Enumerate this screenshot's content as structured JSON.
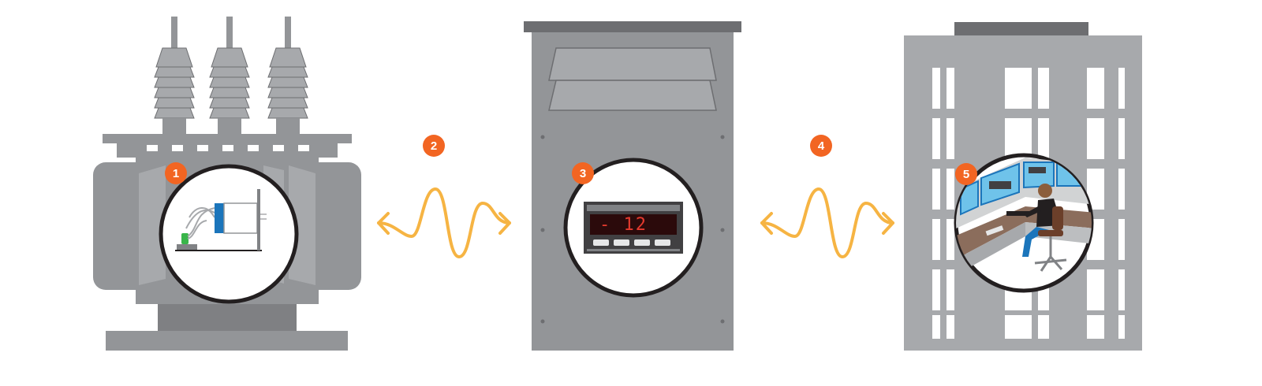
{
  "steps": [
    {
      "number": "1",
      "subject": "sensor-in-transformer"
    },
    {
      "number": "2",
      "subject": "wireless-link"
    },
    {
      "number": "3",
      "subject": "display-panel"
    },
    {
      "number": "4",
      "subject": "wireless-link"
    },
    {
      "number": "5",
      "subject": "control-room-operator"
    }
  ],
  "display": {
    "readout": "- 12"
  },
  "colors": {
    "gray_dark": "#7f8083",
    "gray_mid": "#939598",
    "gray_light": "#a7a9ac",
    "gray_top": "#6d6e71",
    "orange_badge": "#f26522",
    "signal": "#f6b443",
    "screen_blue": "#6fc3ea",
    "sensor_blue": "#1b75bb",
    "led_red": "#e53a2e"
  }
}
